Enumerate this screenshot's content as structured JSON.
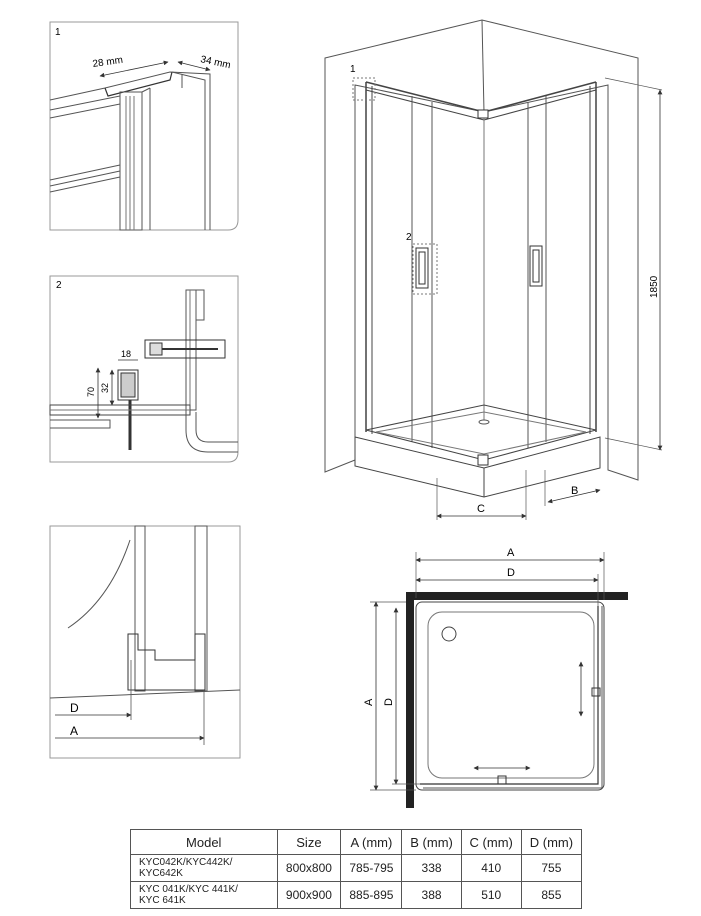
{
  "detail1": {
    "number": "1",
    "dim_width": "28 mm",
    "dim_depth": "34 mm"
  },
  "detail2": {
    "number": "2",
    "dim_18": "18",
    "dim_32": "32",
    "dim_70": "70"
  },
  "detail3": {
    "label_d": "D",
    "label_a": "A"
  },
  "main_drawing": {
    "callout_1": "1",
    "callout_2": "2",
    "height": "1850",
    "dim_c": "C",
    "dim_b": "B"
  },
  "plan_view": {
    "label_a_top": "A",
    "label_d_top": "D",
    "label_a_left": "A",
    "label_d_left": "D"
  },
  "table": {
    "headers": [
      "Model",
      "Size",
      "A (mm)",
      "B (mm)",
      "C (mm)",
      "D (mm)"
    ],
    "rows": [
      {
        "model_line1": "KYC042K/KYC442K/",
        "model_line2": "KYC642K",
        "size": "800x800",
        "a": "785-795",
        "b": "338",
        "c": "410",
        "d": "755"
      },
      {
        "model_line1": "KYC 041K/KYC 441K/",
        "model_line2": "KYC 641K",
        "size": "900x900",
        "a": "885-895",
        "b": "388",
        "c": "510",
        "d": "855"
      }
    ]
  }
}
